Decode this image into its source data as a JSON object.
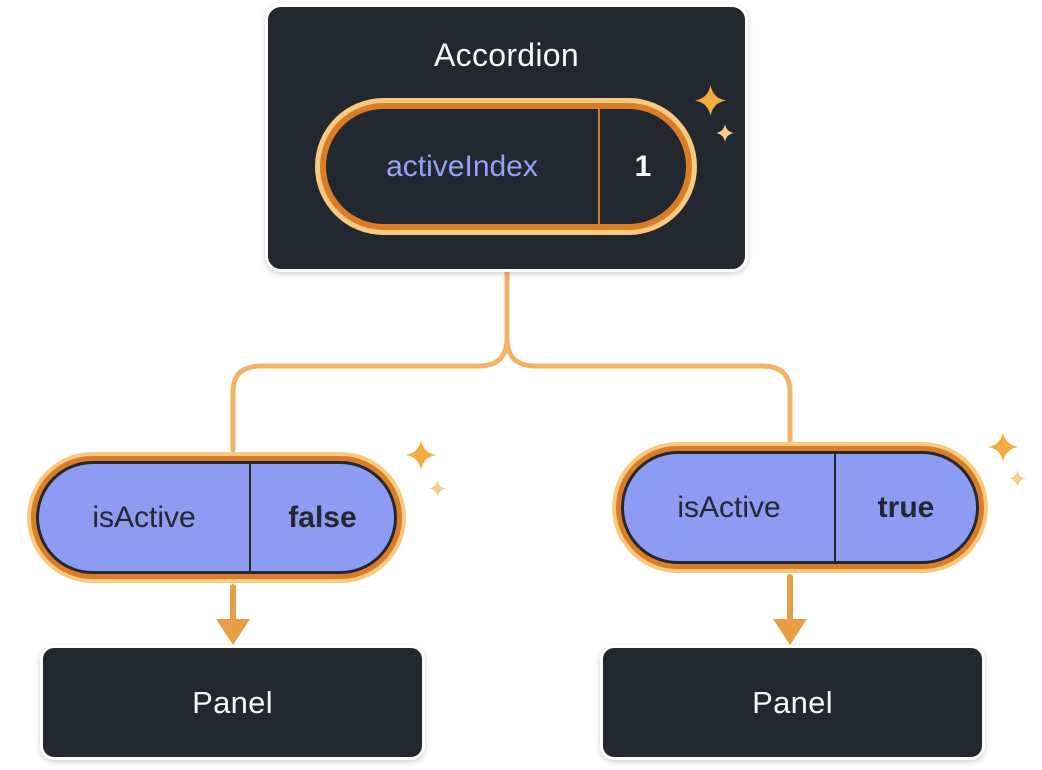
{
  "colors": {
    "box_dark": "#23272F",
    "box_border": "#FFFFFF",
    "text_light": "#F6F7F9",
    "text_dark": "#23272F",
    "pill_purple": "#8D9CF2",
    "label_purple": "#95A2F5",
    "ring_orange": "#DB7D27",
    "ring_halo": "#F8C981",
    "connector": "#F2B267",
    "arrow": "#E89E45",
    "sparkle": "#F3AC40",
    "sparkle_light": "#F8CD8C"
  },
  "accordion": {
    "title": "Accordion",
    "state": {
      "label": "activeIndex",
      "value": "1"
    }
  },
  "props": [
    {
      "label": "isActive",
      "value": "false"
    },
    {
      "label": "isActive",
      "value": "true"
    }
  ],
  "panels": [
    {
      "title": "Panel"
    },
    {
      "title": "Panel"
    }
  ],
  "icons": {
    "sparkle": "sparkle-icon"
  }
}
